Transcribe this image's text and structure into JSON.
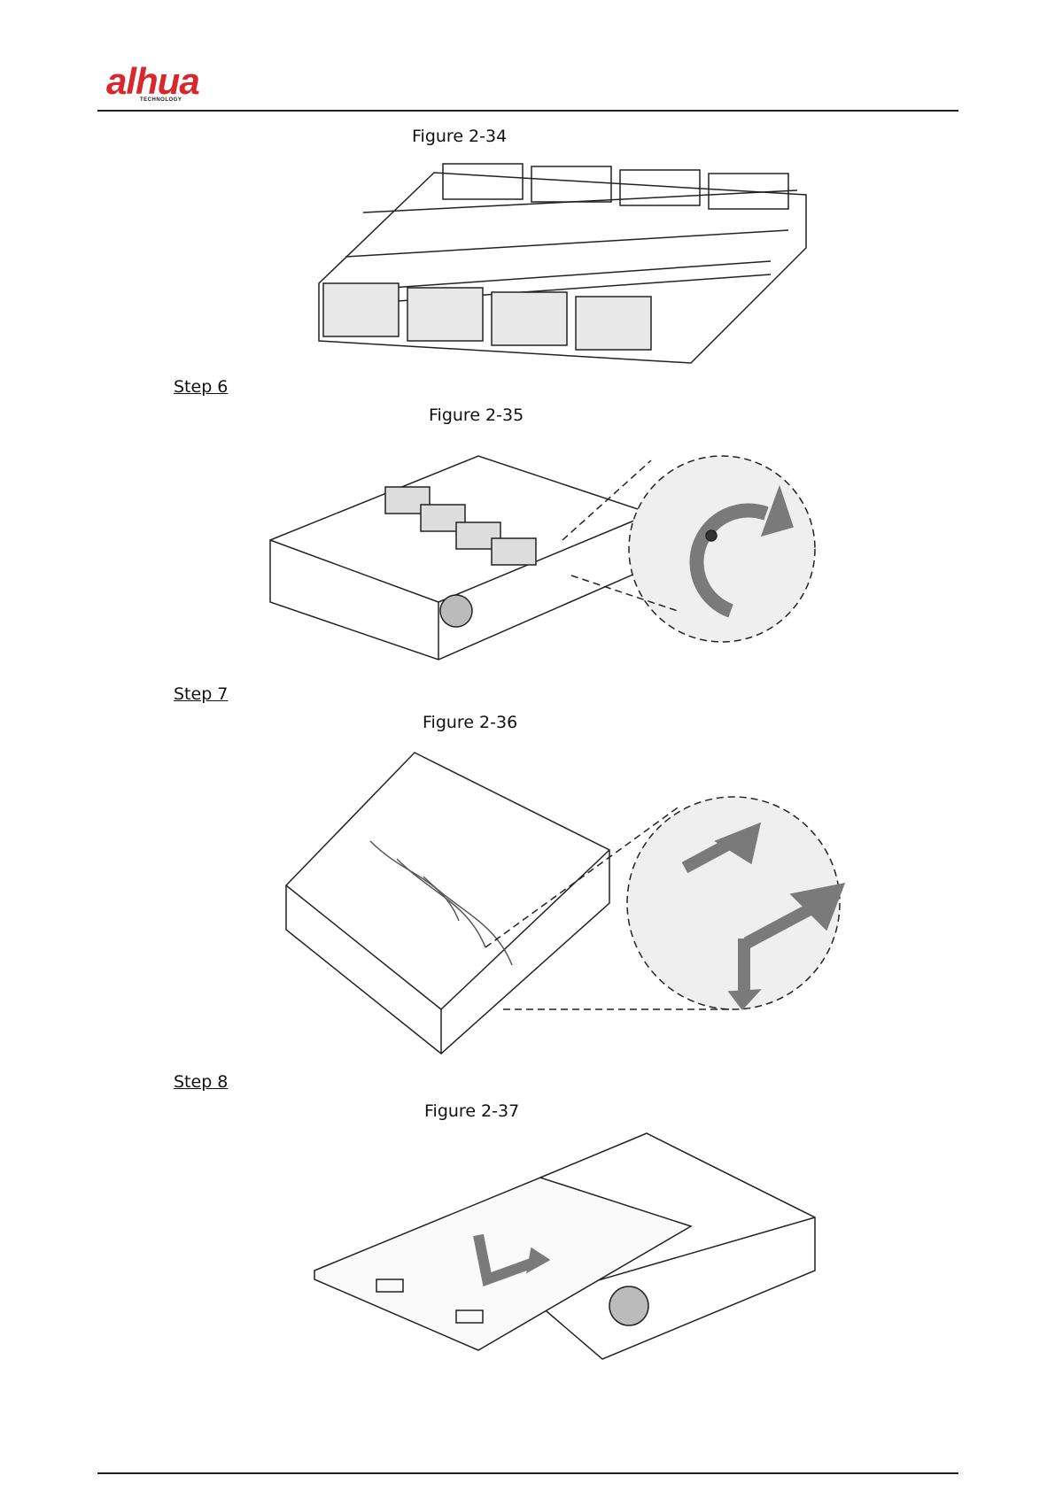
{
  "header": {
    "logo_text": "alhua",
    "logo_subtext": "TECHNOLOGY"
  },
  "figures": [
    {
      "caption": "Figure 2-34"
    },
    {
      "caption": "Figure 2-35"
    },
    {
      "caption": "Figure 2-36"
    },
    {
      "caption": "Figure 2-37"
    }
  ],
  "steps": [
    {
      "label": "Step 6"
    },
    {
      "label": "Step 7"
    },
    {
      "label": "Step 8"
    }
  ],
  "colors": {
    "brand": "#d6282d",
    "line": "#222222",
    "arrow": "#7a7a7a"
  }
}
